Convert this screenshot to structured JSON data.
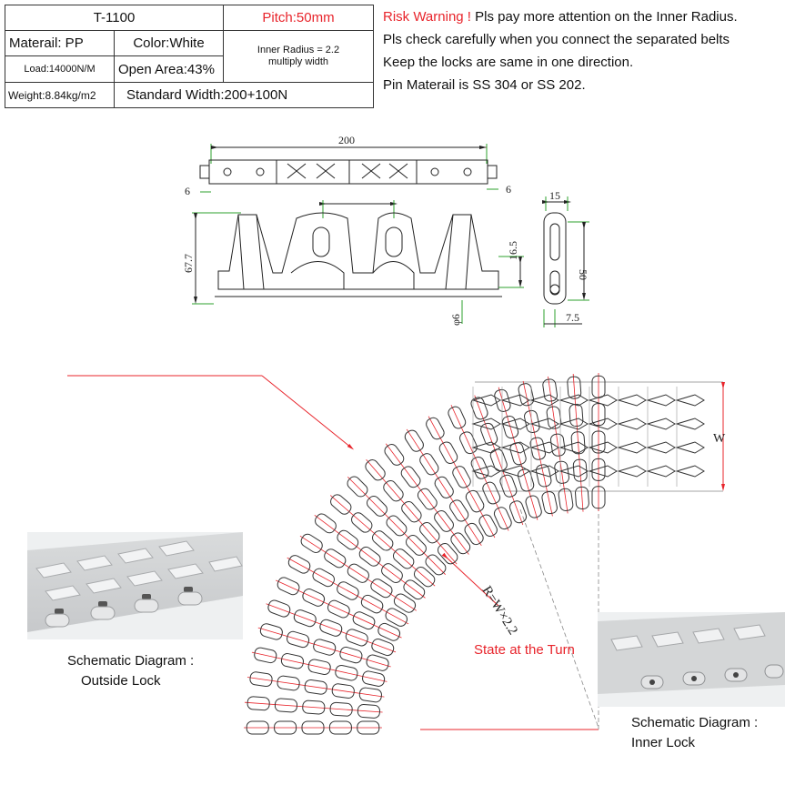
{
  "spec_table": {
    "model": "T-1100",
    "pitch": "Pitch:50mm",
    "material": "Materail: PP",
    "color": "Color:White",
    "inner_radius_line1": "Inner Radius = 2.2",
    "inner_radius_line2": "multiply width",
    "load": "Load:14000N/M",
    "open_area": "Open Area:43%",
    "weight": "Weight:8.84kg/m2",
    "standard_width": "Standard Width:200+100N"
  },
  "notes": {
    "risk_label": "Risk Warning !",
    "risk_text": "Pls pay more attention on the Inner Radius.",
    "line2": "Pls check carefully when you connect the  separated belts",
    "line3": "Keep the locks are same in one direction.",
    "line4": "Pin Materail is SS 304  or SS 202."
  },
  "dimensions": {
    "overall_width": "200",
    "edge_left": "6",
    "edge_right": "6",
    "pitch": "50",
    "height": "67.7",
    "depth": "16.5",
    "pin_dia": "φ6",
    "side_top": "15",
    "side_height": "50",
    "side_bottom": "7.5",
    "width_symbol": "W",
    "radius_formula": "R=W×2.2"
  },
  "captions": {
    "turn_state": "State at the Turn",
    "outside_title": "Schematic Diagram :",
    "outside_name": "Outside Lock",
    "inner_title": "Schematic Diagram :",
    "inner_name": "Inner Lock"
  },
  "colors": {
    "accent_red": "#e8242b",
    "table_shade": "#e9ecf7",
    "dimension_green": "#2ca02c",
    "line_dark": "#222222"
  }
}
